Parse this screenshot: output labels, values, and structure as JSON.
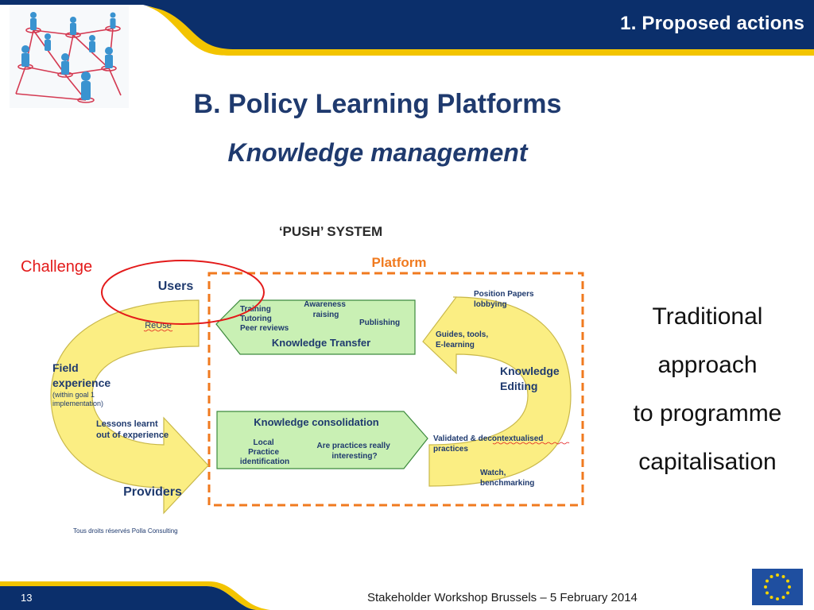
{
  "header": {
    "title": "1.  Proposed actions"
  },
  "slide": {
    "title": "B. Policy Learning Platforms",
    "subtitle": "Knowledge management",
    "challenge_label": "Challenge",
    "side_text": [
      "Traditional",
      "approach",
      "to programme",
      "capitalisation"
    ]
  },
  "diagram": {
    "system_title": "‘PUSH’ SYSTEM",
    "platform_label": "Platform",
    "users_label": "Users",
    "providers_label": "Providers",
    "reuse_label": "ReUse",
    "field_experience": [
      "Field",
      "experience"
    ],
    "field_note": [
      "(within goal 1",
      "implementation)"
    ],
    "lessons": [
      "Lessons learnt",
      "out of experience"
    ],
    "transfer": {
      "title": "Knowledge Transfer",
      "item1": [
        "Training",
        "Tutoring",
        "Peer reviews"
      ],
      "item2": [
        "Awareness",
        "raising"
      ],
      "item3": "Publishing"
    },
    "consolidation": {
      "title": "Knowledge consolidation",
      "item1": [
        "Local",
        "Practice",
        "identification"
      ],
      "item2": [
        "Are practices really",
        "interesting?"
      ]
    },
    "editing": {
      "title": [
        "Knowledge",
        "Editing"
      ],
      "position": [
        "Position Papers",
        "lobbying"
      ],
      "guides": [
        "Guides, tools,",
        "E-learning"
      ],
      "validated": [
        "Validated  & decontextualised",
        "practices"
      ],
      "watch": [
        "Watch,",
        "benchmarking"
      ]
    },
    "copyright": "Tous droits réservés Polla Consulting"
  },
  "footer": {
    "page_number": "13",
    "text": "Stakeholder Workshop Brussels – 5 February 2014"
  },
  "colors": {
    "navy": "#0b2f6b",
    "gold": "#f3c400",
    "arrow_fill": "#fbee83",
    "arrow_stroke": "#c9b84a",
    "box_green": "#c9f0b4",
    "box_border": "#3d8a3d",
    "platform_orange": "#f07a1f",
    "challenge_red": "#e31a1a"
  },
  "icons": [
    "network-people-icon",
    "eu-flag-icon"
  ]
}
